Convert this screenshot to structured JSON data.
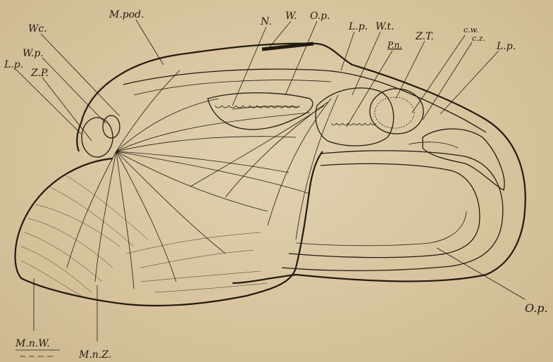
{
  "labels": {
    "m_pod": "M.pod.",
    "wc": "Wc.",
    "wp": "W.p.",
    "lp_left": "L.p.",
    "zp": "Z.P.",
    "n": "N.",
    "w": "W.",
    "op_top": "O.p.",
    "lp_top": "L.p.",
    "wt": "W.t.",
    "pn": "P.n.",
    "zt": "Z.T.",
    "cw": "c.w.",
    "cz": "c.z.",
    "lp_right": "L.p.",
    "op_right": "O.p.",
    "mnw": "M.n.W.",
    "mnz": "M.n.Z."
  },
  "colors": {
    "paper": "#d9c7a3",
    "ink": "#231a10"
  }
}
